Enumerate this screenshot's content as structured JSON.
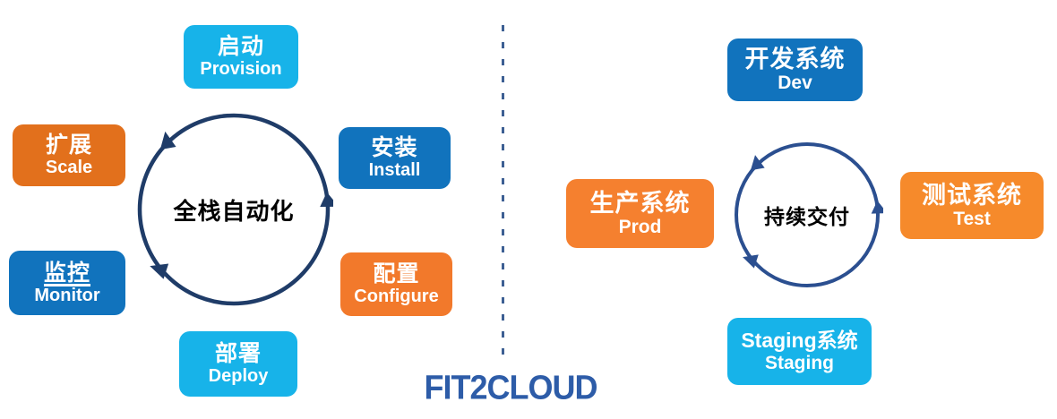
{
  "page": {
    "background": "#ffffff"
  },
  "logo": {
    "text": "FIT2CLOUD",
    "color": "#2d5ca8"
  },
  "divider": {
    "style": "dashed-vertical",
    "color": "#3d5f93"
  },
  "left_diagram": {
    "center_label": "全栈自动化",
    "circle_color": "#1f3c68",
    "nodes": [
      {
        "id": "provision",
        "zh": "启动",
        "en": "Provision",
        "color": "#17b3e9"
      },
      {
        "id": "install",
        "zh": "安装",
        "en": "Install",
        "color": "#1173bd"
      },
      {
        "id": "configure",
        "zh": "配置",
        "en": "Configure",
        "color": "#f2792b"
      },
      {
        "id": "deploy",
        "zh": "部署",
        "en": "Deploy",
        "color": "#17b3e9"
      },
      {
        "id": "monitor",
        "zh": "监控",
        "en": "Monitor",
        "color": "#1173bd"
      },
      {
        "id": "scale",
        "zh": "扩展",
        "en": "Scale",
        "color": "#e2701c"
      }
    ]
  },
  "right_diagram": {
    "center_label": "持续交付",
    "circle_color": "#2b4f90",
    "nodes": [
      {
        "id": "dev",
        "zh": "开发系统",
        "en": "Dev",
        "color": "#1173bd"
      },
      {
        "id": "test",
        "zh": "测试系统",
        "en": "Test",
        "color": "#f68a2b"
      },
      {
        "id": "staging",
        "zh": "Staging系统",
        "en": "Staging",
        "color": "#17b3e9"
      },
      {
        "id": "prod",
        "zh": "生产系统",
        "en": "Prod",
        "color": "#f5802f"
      }
    ]
  }
}
